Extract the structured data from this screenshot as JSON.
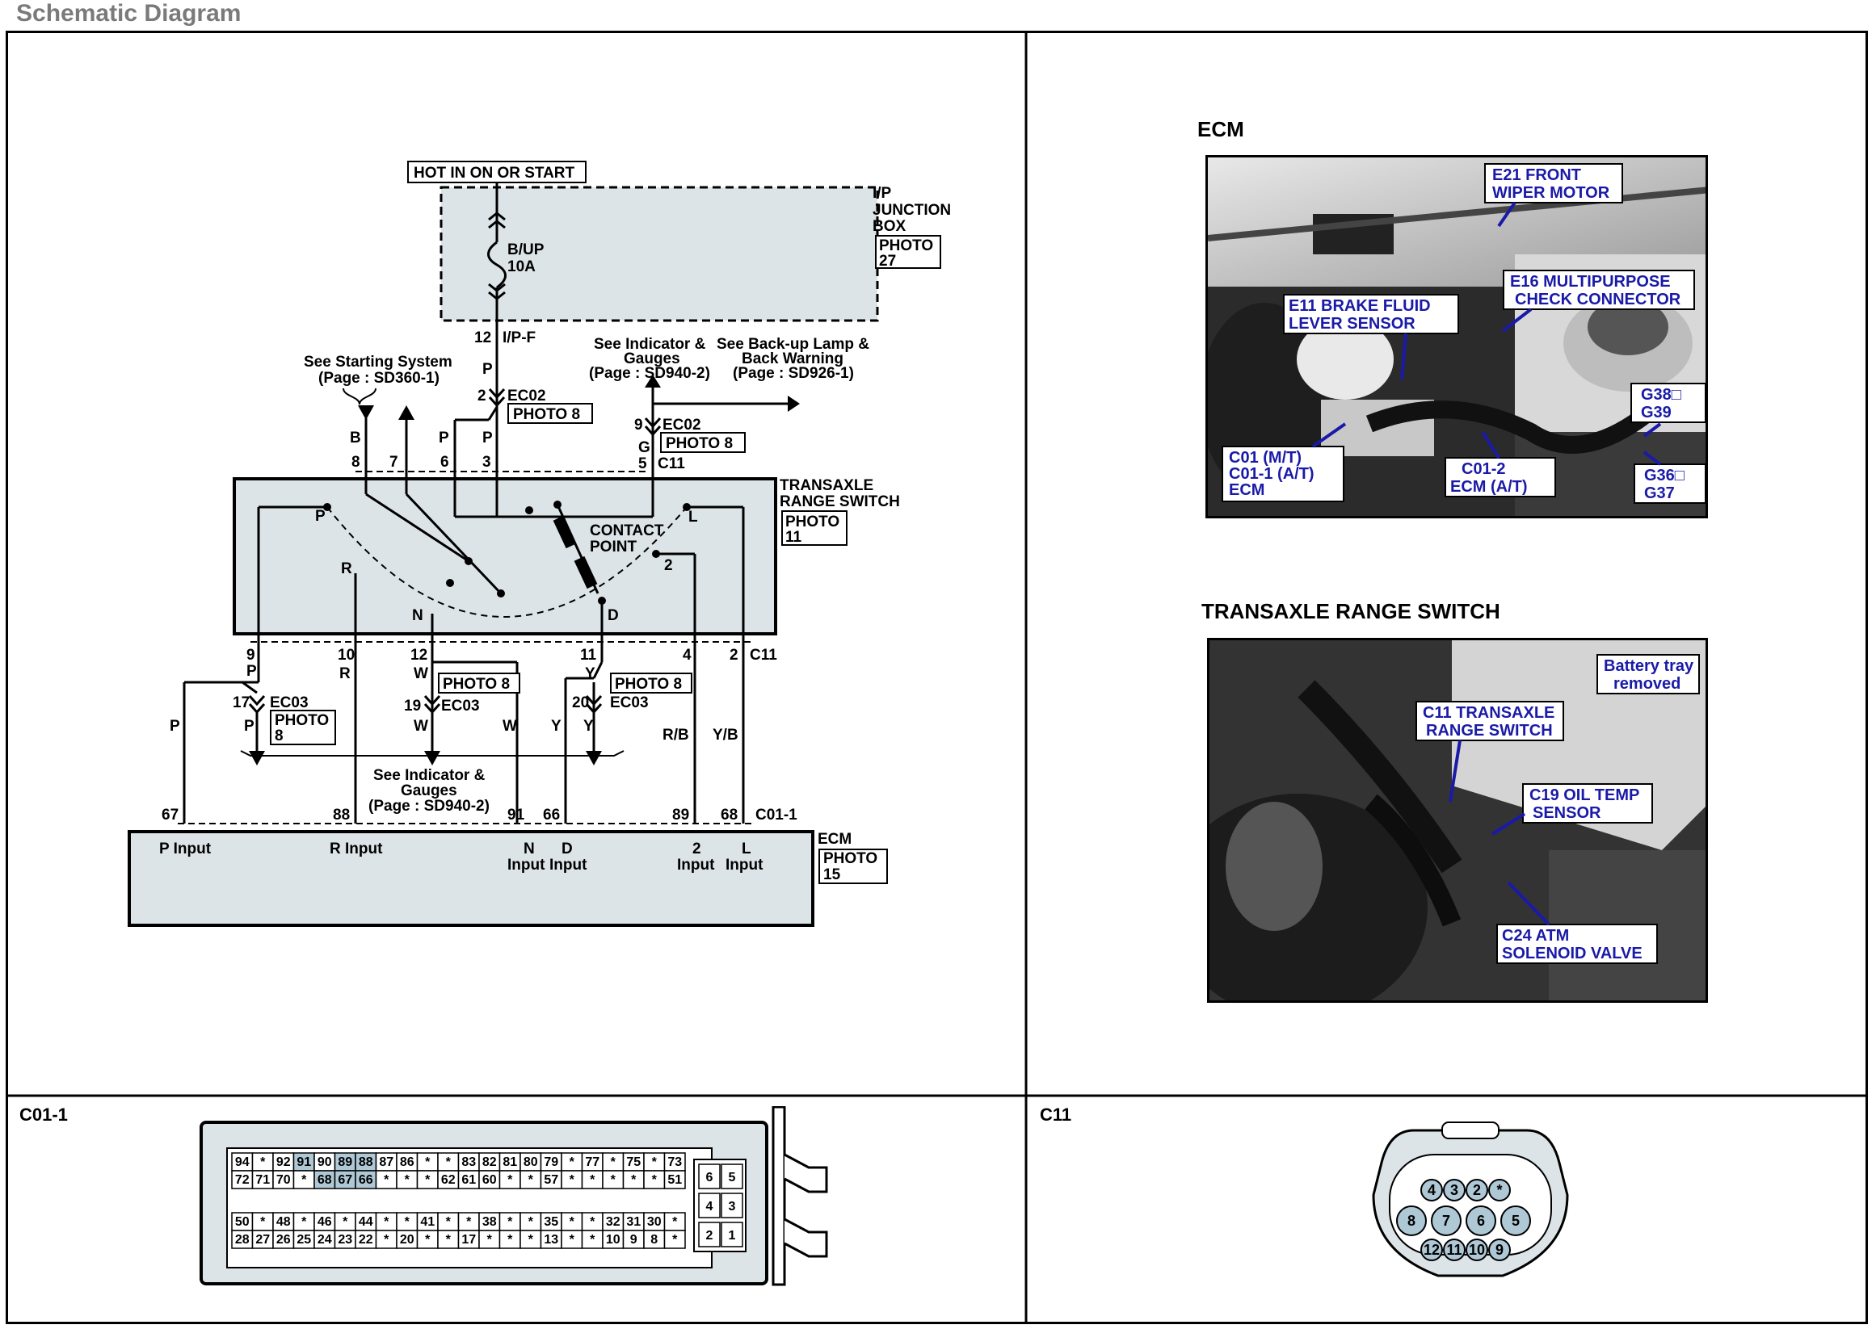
{
  "page": {
    "title": "Schematic Diagram"
  },
  "schematic": {
    "power_source": "HOT IN ON OR START",
    "junction_box": {
      "label_line1": "I/P",
      "label_line2": "JUNCTION",
      "label_line3": "BOX",
      "photo_line1": "PHOTO",
      "photo_line2": "27",
      "fuse_name": "B/UP",
      "fuse_rating": "10A",
      "pin": "12",
      "connector": "I/P-F"
    },
    "wire_p_top": "P",
    "ec02_upper": {
      "pin": "2",
      "name": "EC02",
      "photo": "PHOTO 8"
    },
    "ec02_right": {
      "pin": "9",
      "name": "EC02",
      "photo": "PHOTO 8",
      "wire": "G"
    },
    "starting_ref": {
      "line1": "See Starting System",
      "line2": "(Page : SD360-1)"
    },
    "indicator_ref_top": {
      "line1": "See Indicator &",
      "line2": "Gauges",
      "line3": "(Page : SD940-2)"
    },
    "backup_ref": {
      "line1": "See Back-up Lamp &",
      "line2": "Back Warning",
      "line3": "(Page : SD926-1)"
    },
    "switch": {
      "label_line1": "TRANSAXLE",
      "label_line2": "RANGE SWITCH",
      "photo_line1": "PHOTO",
      "photo_line2": "11",
      "contact_line1": "CONTACT",
      "contact_line2": "POINT",
      "positions": [
        "P",
        "R",
        "N",
        "D",
        "2",
        "L"
      ]
    },
    "top_wires": [
      {
        "color": "B",
        "pin": "8"
      },
      {
        "color": "",
        "pin": "7"
      },
      {
        "color": "P",
        "pin": "6"
      },
      {
        "color": "P",
        "pin": "3"
      },
      {
        "color": "G",
        "pin": "5"
      }
    ],
    "c11_top": "C11",
    "bottom_wires": [
      {
        "pin": "9",
        "color": "P"
      },
      {
        "pin": "10",
        "color": "R"
      },
      {
        "pin": "12",
        "color": "W"
      },
      {
        "pin": "11",
        "color": "Y"
      },
      {
        "pin": "4",
        "color": "R/B"
      },
      {
        "pin": "2",
        "color": "Y/B"
      }
    ],
    "c11_bottom": "C11",
    "ec03_p": {
      "pin": "17",
      "name": "EC03",
      "wire": "P",
      "photo_line1": "PHOTO",
      "photo_line2": "8"
    },
    "ec03_w": {
      "pin": "19",
      "name": "EC03",
      "wire": "W",
      "photo": "PHOTO 8"
    },
    "ec03_y": {
      "pin": "20",
      "name": "EC03",
      "wire": "Y",
      "photo": "PHOTO 8"
    },
    "side_wires": {
      "p_left": "P",
      "w_right": "W",
      "y_left": "Y"
    },
    "indicator_ref_bottom": {
      "line1": "See Indicator &",
      "line2": "Gauges",
      "line3": "(Page : SD940-2)"
    },
    "ecm_pins": [
      "67",
      "88",
      "91",
      "66",
      "89",
      "68"
    ],
    "ecm_connector": "C01-1",
    "ecm": {
      "label": "ECM",
      "photo_line1": "PHOTO",
      "photo_line2": "15",
      "inputs": [
        {
          "line1": "P Input",
          "line2": ""
        },
        {
          "line1": "R Input",
          "line2": ""
        },
        {
          "line1": "N",
          "line2": "Input"
        },
        {
          "line1": "D",
          "line2": "Input"
        },
        {
          "line1": "2",
          "line2": "Input"
        },
        {
          "line1": "L",
          "line2": "Input"
        }
      ]
    }
  },
  "photos": {
    "ecm": {
      "title": "ECM",
      "callouts": [
        {
          "line1": "E21 FRONT",
          "line2": "WIPER MOTOR"
        },
        {
          "line1": "E16 MULTIPURPOSE",
          "line2": "CHECK CONNECTOR"
        },
        {
          "line1": "E11 BRAKE FLUID",
          "line2": "LEVER SENSOR"
        },
        {
          "line1": "G38□",
          "line2": "G39"
        },
        {
          "line1": "C01 (M/T)",
          "line2": "C01-1 (A/T)",
          "line3": "ECM"
        },
        {
          "line1": "C01-2",
          "line2": "ECM (A/T)"
        },
        {
          "line1": "G36□",
          "line2": "G37"
        }
      ]
    },
    "switch": {
      "title": "TRANSAXLE RANGE SWITCH",
      "callouts": [
        {
          "line1": "Battery tray",
          "line2": "removed"
        },
        {
          "line1": "C11 TRANSAXLE",
          "line2": "RANGE SWITCH"
        },
        {
          "line1": "C19 OIL TEMP",
          "line2": "SENSOR"
        },
        {
          "line1": "C24 ATM",
          "line2": "SOLENOID VALVE"
        }
      ]
    }
  },
  "connectors": {
    "c01": {
      "title": "C01-1",
      "rows": [
        [
          "94",
          "*",
          "92",
          "91",
          "90",
          "89",
          "88",
          "87",
          "86",
          "*",
          "*",
          "83",
          "82",
          "81",
          "80",
          "79",
          "*",
          "77",
          "*",
          "75",
          "*",
          "73"
        ],
        [
          "72",
          "71",
          "70",
          "*",
          "68",
          "67",
          "66",
          "*",
          "*",
          "*",
          "62",
          "61",
          "60",
          "*",
          "*",
          "57",
          "*",
          "*",
          "*",
          "*",
          "*",
          "51"
        ],
        [
          "50",
          "*",
          "48",
          "*",
          "46",
          "*",
          "44",
          "*",
          "*",
          "41",
          "*",
          "*",
          "38",
          "*",
          "*",
          "35",
          "*",
          "*",
          "32",
          "31",
          "30",
          "*"
        ],
        [
          "28",
          "27",
          "26",
          "25",
          "24",
          "23",
          "22",
          "*",
          "20",
          "*",
          "*",
          "17",
          "*",
          "*",
          "*",
          "13",
          "*",
          "*",
          "10",
          "9",
          "8",
          "*"
        ]
      ],
      "highlighted": [
        "91",
        "89",
        "88",
        "68",
        "67",
        "66"
      ],
      "side_pins": [
        "6",
        "5",
        "4",
        "3",
        "2",
        "1"
      ]
    },
    "c11": {
      "title": "C11",
      "top_row": [
        "4",
        "3",
        "2",
        "*"
      ],
      "mid_row": [
        "8",
        "7",
        "6",
        "5"
      ],
      "bot_row": [
        "12",
        "11",
        "10",
        "9"
      ]
    }
  }
}
